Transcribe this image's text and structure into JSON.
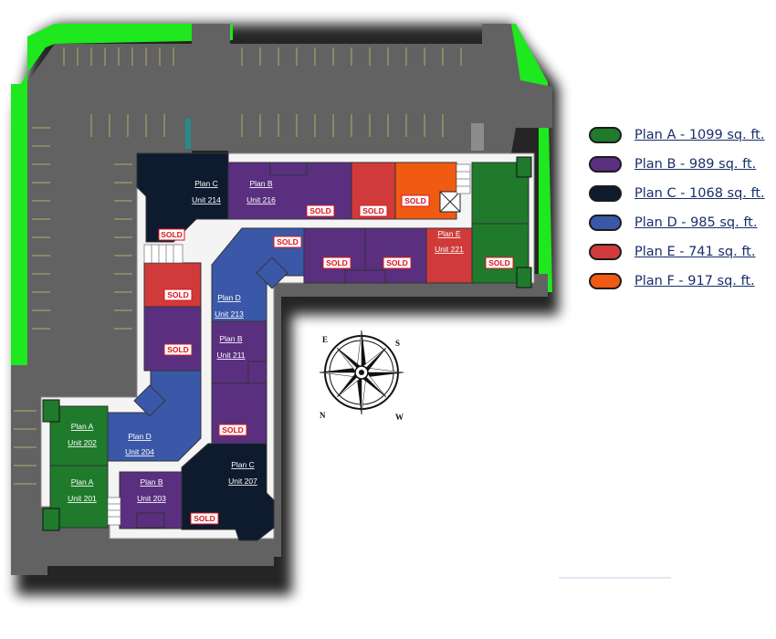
{
  "legend": [
    {
      "id": "plan-a",
      "label": "Plan A - 1099 sq. ft.",
      "color": "#1f7a2b"
    },
    {
      "id": "plan-b",
      "label": "Plan B - 989 sq. ft.",
      "color": "#5a2f80"
    },
    {
      "id": "plan-c",
      "label": "Plan C - 1068 sq. ft.",
      "color": "#0e1a2e"
    },
    {
      "id": "plan-d",
      "label": "Plan D - 985 sq. ft.",
      "color": "#3b58a8"
    },
    {
      "id": "plan-e",
      "label": "Plan E - 741 sq. ft.",
      "color": "#d13a3a"
    },
    {
      "id": "plan-f",
      "label": "Plan F - 917 sq. ft.",
      "color": "#f15a12"
    }
  ],
  "units": {
    "u214": {
      "plan": "Plan C",
      "unit": "Unit 214"
    },
    "u216": {
      "plan": "Plan B",
      "unit": "Unit 216"
    },
    "u221": {
      "plan": "Plan E",
      "unit": "Unit 221"
    },
    "u213": {
      "plan": "Plan D",
      "unit": "Unit 213"
    },
    "u211": {
      "plan": "Plan B",
      "unit": "Unit 211"
    },
    "u202": {
      "plan": "Plan A",
      "unit": "Unit 202"
    },
    "u204": {
      "plan": "Plan D",
      "unit": "Unit 204"
    },
    "u201": {
      "plan": "Plan A",
      "unit": "Unit 201"
    },
    "u203": {
      "plan": "Plan B",
      "unit": "Unit 203"
    },
    "u207": {
      "plan": "Plan C",
      "unit": "Unit 207"
    }
  },
  "sold_label": "SOLD",
  "compass": {
    "e": "E",
    "s": "S",
    "n": "N",
    "w": "W"
  },
  "colors": {
    "green_space": "#1ee81e",
    "parking": "#5f5f5f",
    "corridor": "#ffffff"
  }
}
